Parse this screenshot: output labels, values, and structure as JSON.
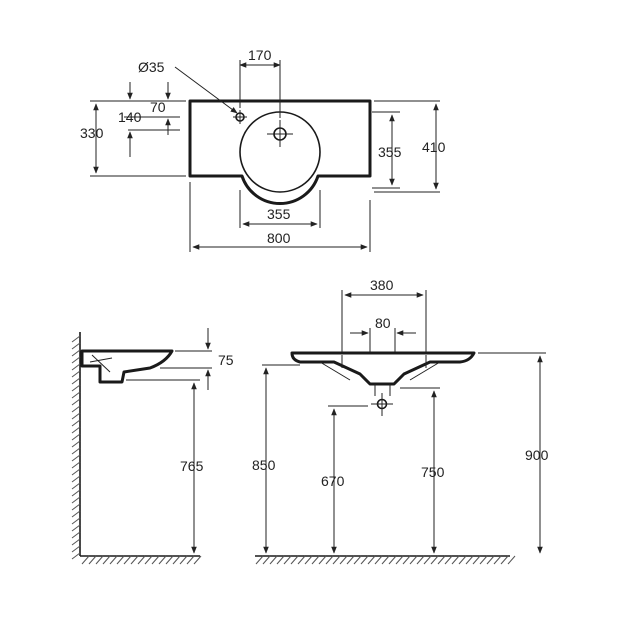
{
  "top_view": {
    "tap_hole_diameter": "Ø35",
    "tap_offset": "170",
    "overall_depth": "330",
    "tap_hole_from_back": "140",
    "tap_hole_inner": "70",
    "bowl_depth": "355",
    "total_depth": "410",
    "bowl_width": "355",
    "overall_width": "800"
  },
  "side_view": {
    "rim_height": "75",
    "under_height": "765"
  },
  "front_view": {
    "bracket_spacing": "380",
    "waste_width": "80",
    "bracket_height": "850",
    "waste_height": "670",
    "outlet_height": "750",
    "top_height": "900"
  },
  "colors": {
    "line": "#222222",
    "hatch": "#555555"
  }
}
